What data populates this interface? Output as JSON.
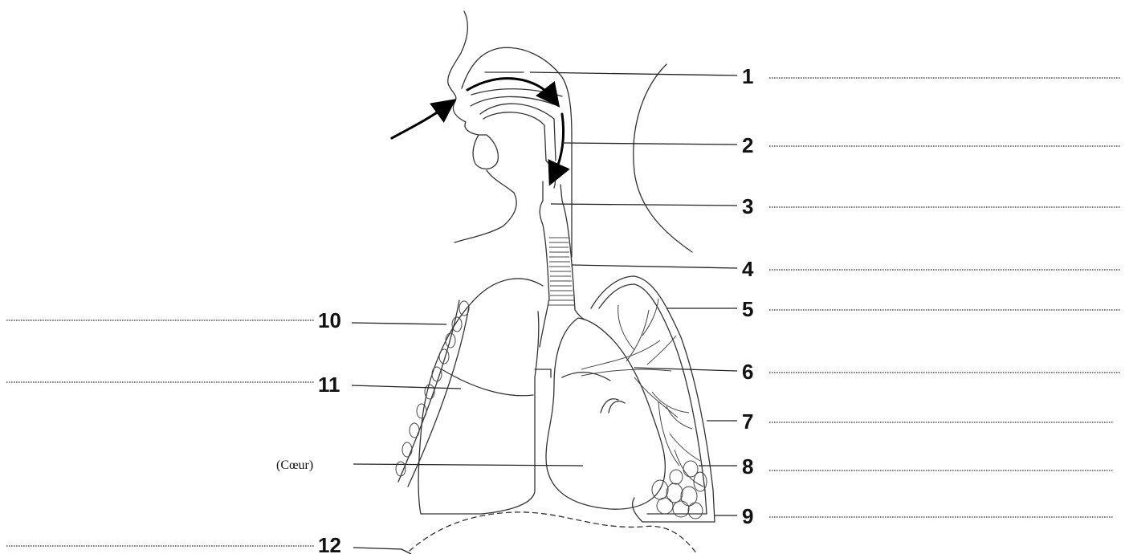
{
  "labels": {
    "n1": "1",
    "n2": "2",
    "n3": "3",
    "n4": "4",
    "n5": "5",
    "n6": "6",
    "n7": "7",
    "n8": "8",
    "n9": "9",
    "n10": "10",
    "n11": "11",
    "n12": "12",
    "heart": "(Cœur)"
  },
  "colors": {
    "line": "#333333",
    "ink": "#111111",
    "background": "#ffffff"
  }
}
